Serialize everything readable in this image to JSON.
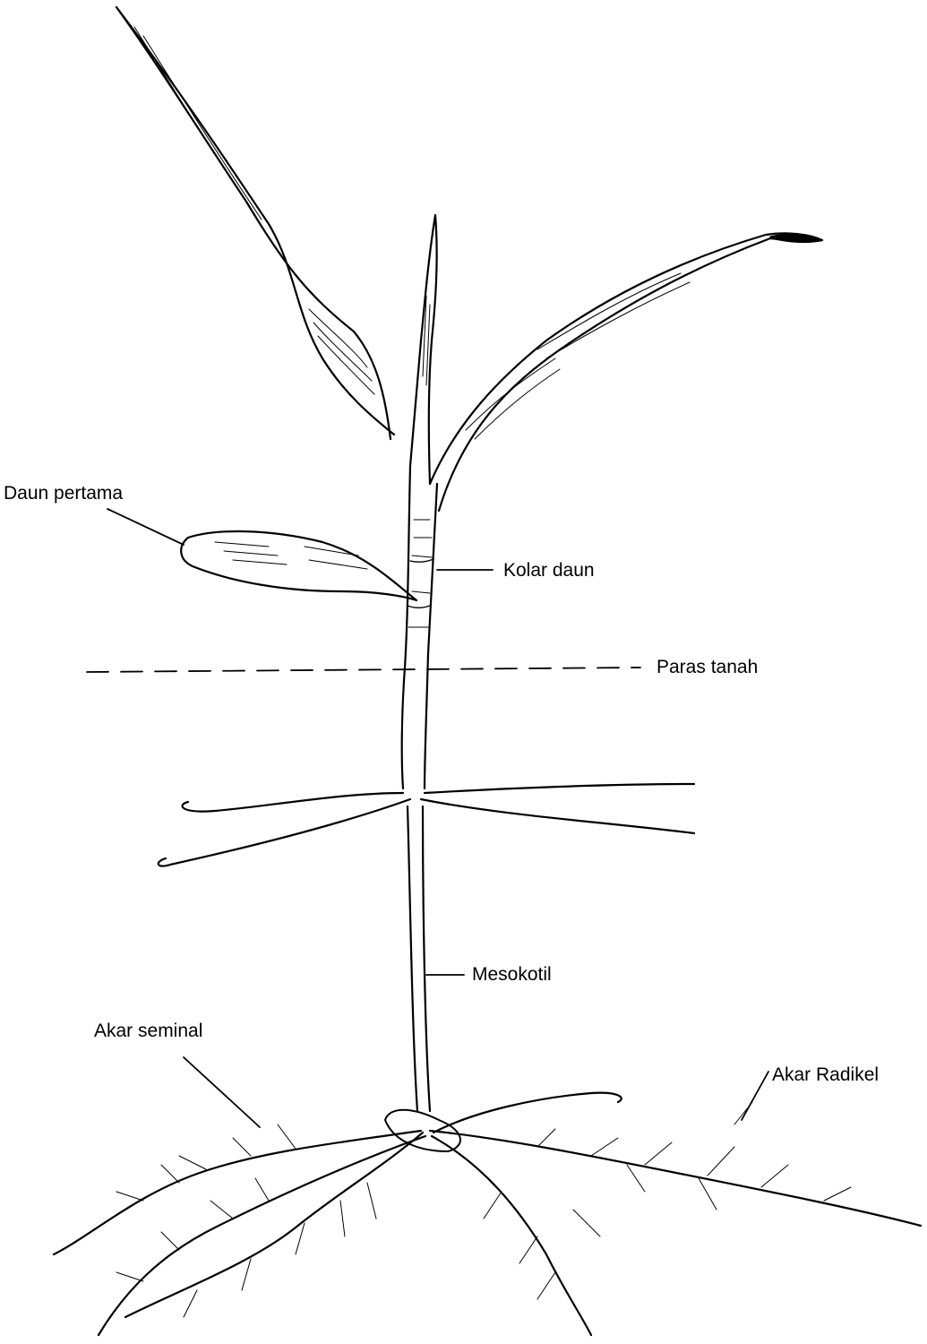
{
  "labels": {
    "daun_pertama": "Daun pertama",
    "kolar_daun": "Kolar daun",
    "paras_tanah": "Paras tanah",
    "mesokotil": "Mesokotil",
    "akar_seminal": "Akar seminal",
    "akar_radikel": "Akar Radikel"
  },
  "colors": {
    "ink": "#000000",
    "background": "#ffffff"
  }
}
